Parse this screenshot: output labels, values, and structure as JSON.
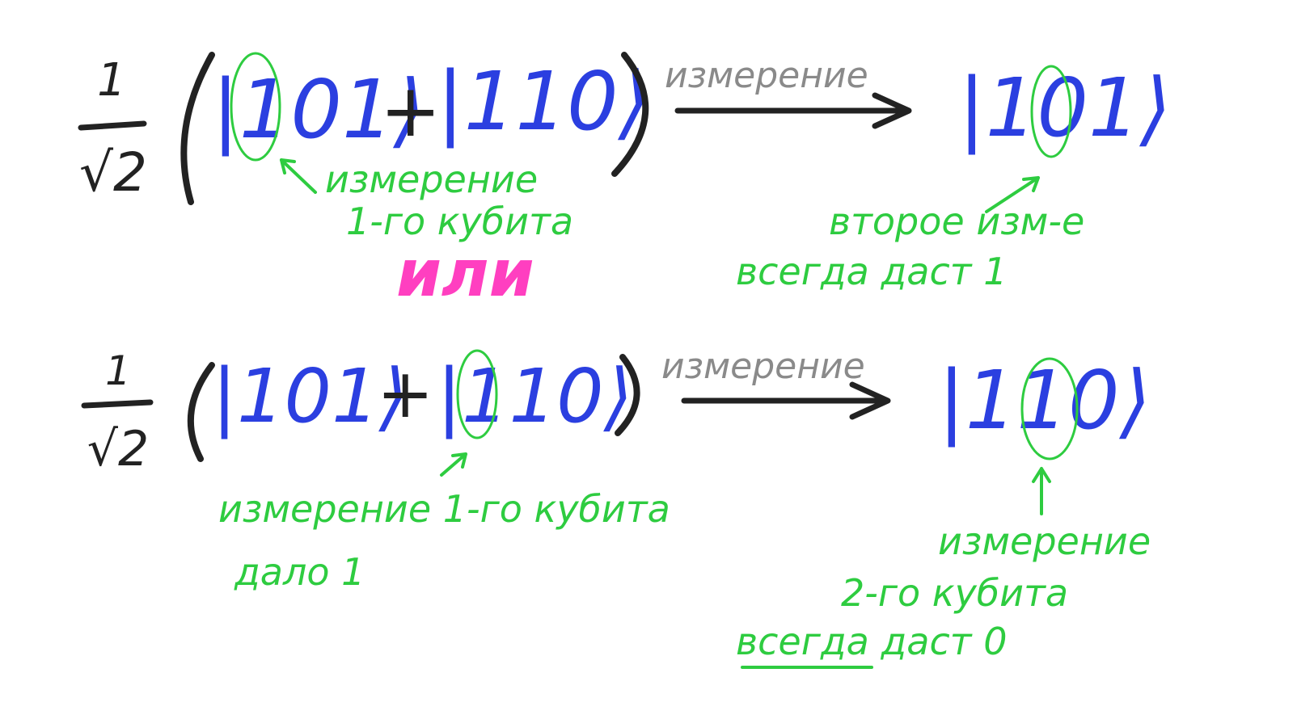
{
  "colors": {
    "ink": "#222222",
    "ket": "#2b3fe0",
    "note": "#2ecc40",
    "gray": "#8a8a8a",
    "pink": "#ff3fc0"
  },
  "eq1": {
    "coef_num": "1",
    "coef_den": "√2",
    "term_a": "|101⟩",
    "plus": "+",
    "term_b": "|110⟩",
    "arrow_label": "измерение",
    "result": "|101⟩",
    "note_first_line1": "измерение",
    "note_first_line2": "1-го кубита",
    "note_second_line1": "второе изм-е",
    "note_second_line2": "всегда даст 1"
  },
  "separator": "или",
  "eq2": {
    "coef_num": "1",
    "coef_den": "√2",
    "term_a": "|101⟩",
    "plus": "+",
    "term_b": "|110⟩",
    "arrow_label": "измерение",
    "result": "|110⟩",
    "note_first_line1": "измерение 1-го кубита",
    "note_first_line2": "дало 1",
    "note_second_line1": "измерение",
    "note_second_line2": "2-го кубита",
    "note_second_line3": "всегда даст 0"
  }
}
